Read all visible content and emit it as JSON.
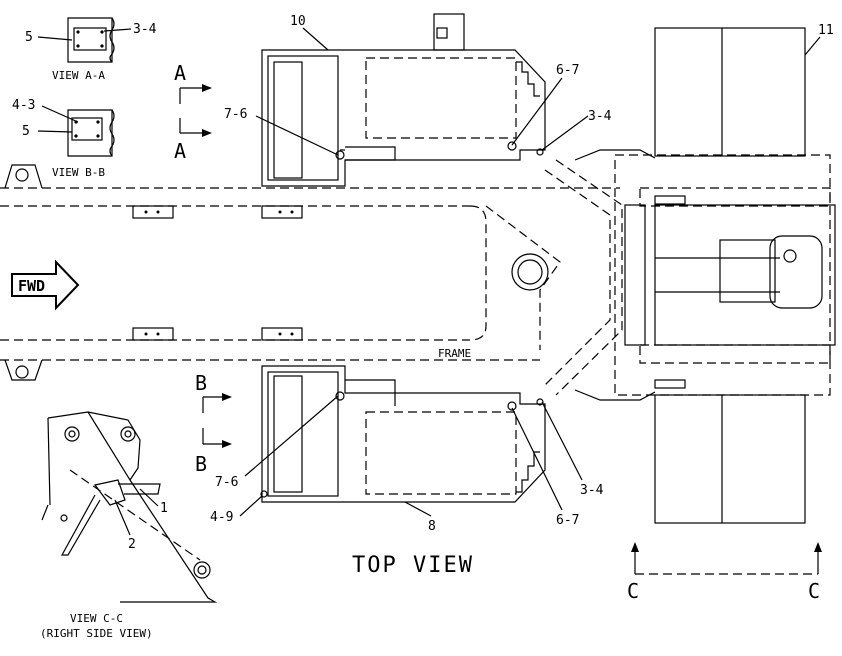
{
  "title": "TOP VIEW",
  "views": {
    "a": "VIEW A-A",
    "b": "VIEW B-B",
    "c_line1": "VIEW C-C",
    "c_line2": "(RIGHT SIDE VIEW)"
  },
  "frame_label": "FRAME",
  "fwd_label": "FWD",
  "section_letters": {
    "a": "A",
    "b": "B",
    "c": "C"
  },
  "callouts": {
    "c10": "10",
    "c11": "11",
    "c8": "8",
    "c1": "1",
    "c2": "2",
    "c5a": "5",
    "c5b": "5",
    "c34a": "3-4",
    "c34b": "3-4",
    "c34c": "3-4",
    "c43": "4-3",
    "c67a": "6-7",
    "c67b": "6-7",
    "c76a": "7-6",
    "c76b": "7-6",
    "c49": "4-9"
  }
}
